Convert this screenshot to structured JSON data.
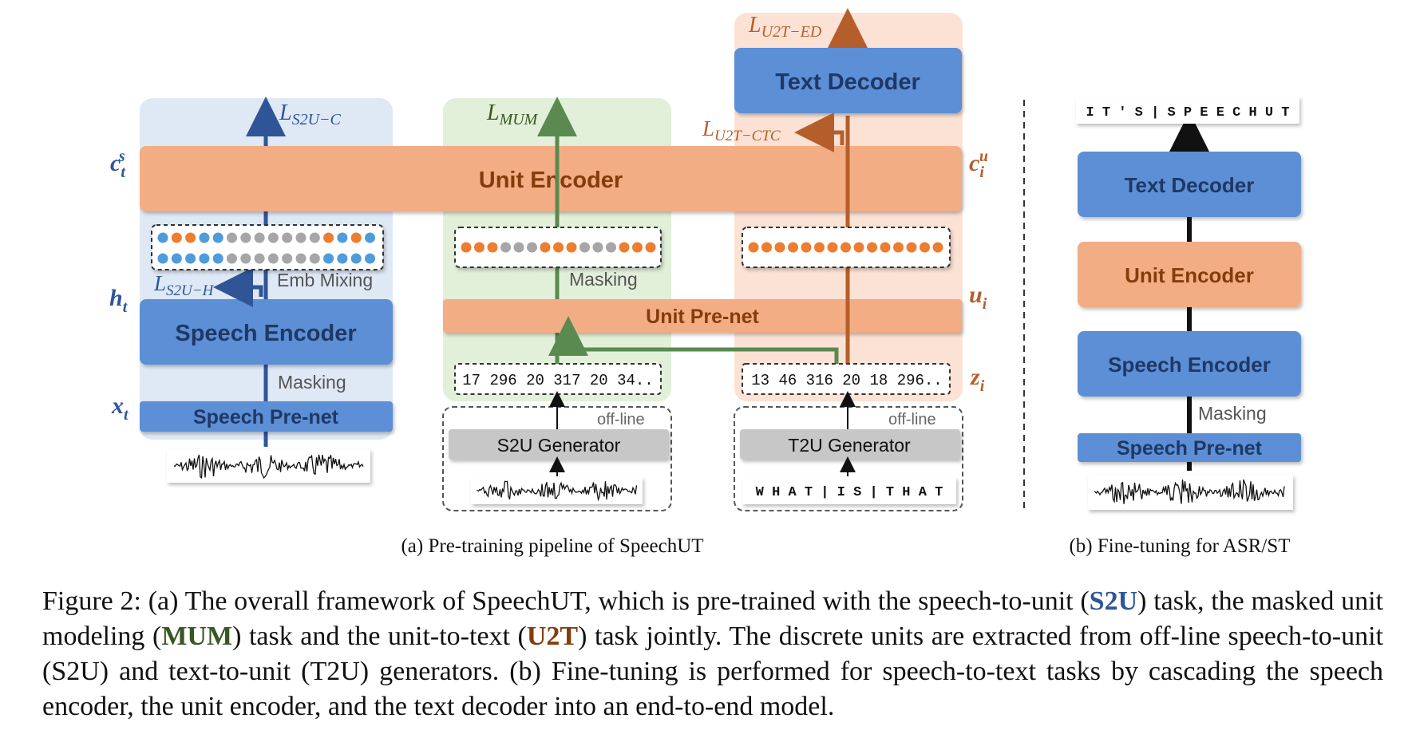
{
  "colors": {
    "blue_box": "#5b8fd6",
    "blue_dark": "#2f5597",
    "orange_box": "#f3ad84",
    "orange_text": "#9c4a1a",
    "orange_arrow": "#b45f2b",
    "green_arrow": "#5a8a50",
    "green_text": "#385723",
    "blue_bg": "#dfe9f6",
    "green_bg": "#e2f0d9",
    "orange_bg": "#fbe2d4",
    "gray_box": "#c7c7c7",
    "dot_blue": "#4f9bdc",
    "dot_orange": "#ed7d31",
    "dot_gray": "#a6a6a6"
  },
  "left": {
    "loss_top": "L_{S2U−C}",
    "loss_mid": "L_{S2U−H}",
    "emb_mixing": "Emb Mixing",
    "speech_encoder": "Speech Encoder",
    "masking": "Masking",
    "speech_prenet": "Speech Pre-net",
    "label_c": "c_t^s",
    "label_h": "h_t",
    "label_x": "x_t"
  },
  "middle": {
    "loss": "L_{MUM}",
    "masking": "Masking",
    "units": "17 296 20 317 20 34..",
    "offline": "off-line",
    "generator": "S2U Generator"
  },
  "right": {
    "loss_top": "L_{U2T−ED}",
    "loss_ctc": "L_{U2T−CTC}",
    "text_decoder": "Text Decoder",
    "units": "13 46 316 20 18 296..",
    "offline": "off-line",
    "generator": "T2U Generator",
    "text_input": "W H A T | I S | T H A T",
    "label_c": "c_i^u",
    "label_u": "u_i",
    "label_z": "z_i"
  },
  "shared": {
    "unit_encoder": "Unit Encoder",
    "unit_prenet": "Unit Pre-net"
  },
  "finetune": {
    "output": "I T ' S | S P E E C H U T",
    "text_decoder": "Text Decoder",
    "unit_encoder": "Unit Encoder",
    "speech_encoder": "Speech Encoder",
    "masking": "Masking",
    "speech_prenet": "Speech Pre-net"
  },
  "subcaptions": {
    "a": "(a) Pre-training pipeline of SpeechUT",
    "b": "(b) Fine-tuning for ASR/ST"
  },
  "caption": {
    "p1": "Figure 2: (a) The overall framework of SpeechUT, which is pre-trained with the speech-to-unit (",
    "k1": "S2U",
    "p2": ") task, the masked unit modeling (",
    "k2": "MUM",
    "p3": ") task and the unit-to-text (",
    "k3": "U2T",
    "p4": ") task jointly. The discrete units are extracted from off-line speech-to-unit (S2U) and text-to-unit (T2U) generators. (b) Fine-tuning is performed for speech-to-text tasks by cascading the speech encoder, the unit encoder, and the text decoder into an end-to-end model."
  }
}
